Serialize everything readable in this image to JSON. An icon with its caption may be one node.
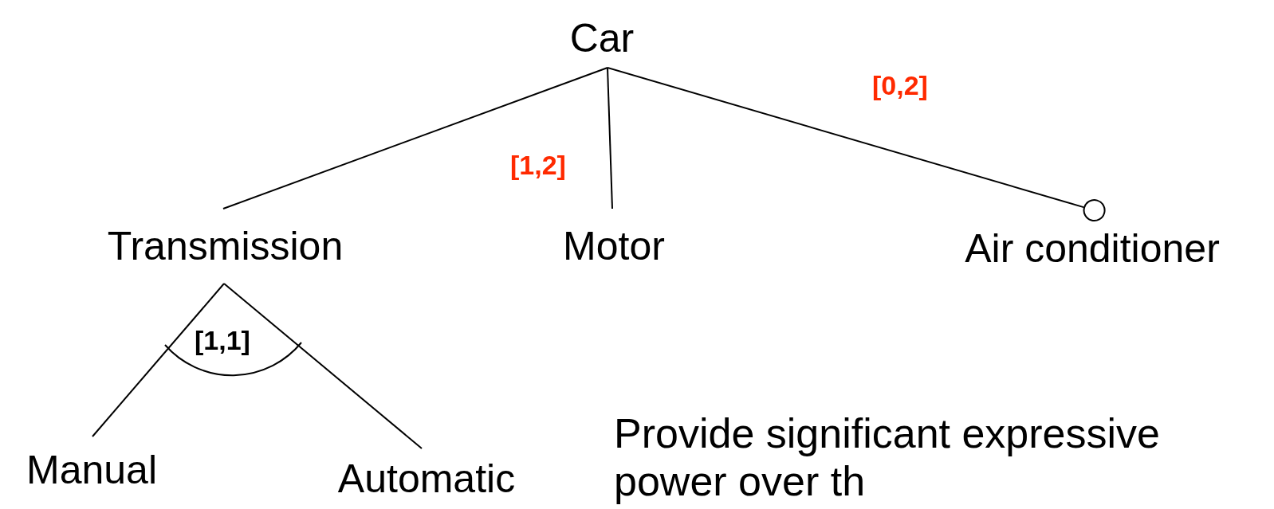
{
  "diagram": {
    "nodes": [
      {
        "text": [
          "Car"
        ]
      },
      {
        "text": [
          "Transmission"
        ]
      },
      {
        "text": [
          "Motor"
        ]
      },
      {
        "text": [
          "Air conditioner"
        ]
      },
      {
        "text": [
          "Manual"
        ]
      },
      {
        "text": [
          "Automatic"
        ]
      }
    ],
    "edges": [
      {
        "from": 0,
        "to": 1,
        "arrow": "none"
      },
      {
        "from": 0,
        "to": 2,
        "arrow": "none",
        "label": "[1,2]"
      },
      {
        "from": 0,
        "to": 3,
        "arrow": "other",
        "label": "[0,2]"
      },
      {
        "from": 1,
        "to": 4,
        "arrow": "none"
      },
      {
        "from": 1,
        "to": 5,
        "arrow": "none"
      }
    ],
    "labels": [
      "[1,1]",
      "Provide significant expressive power over th"
    ]
  }
}
